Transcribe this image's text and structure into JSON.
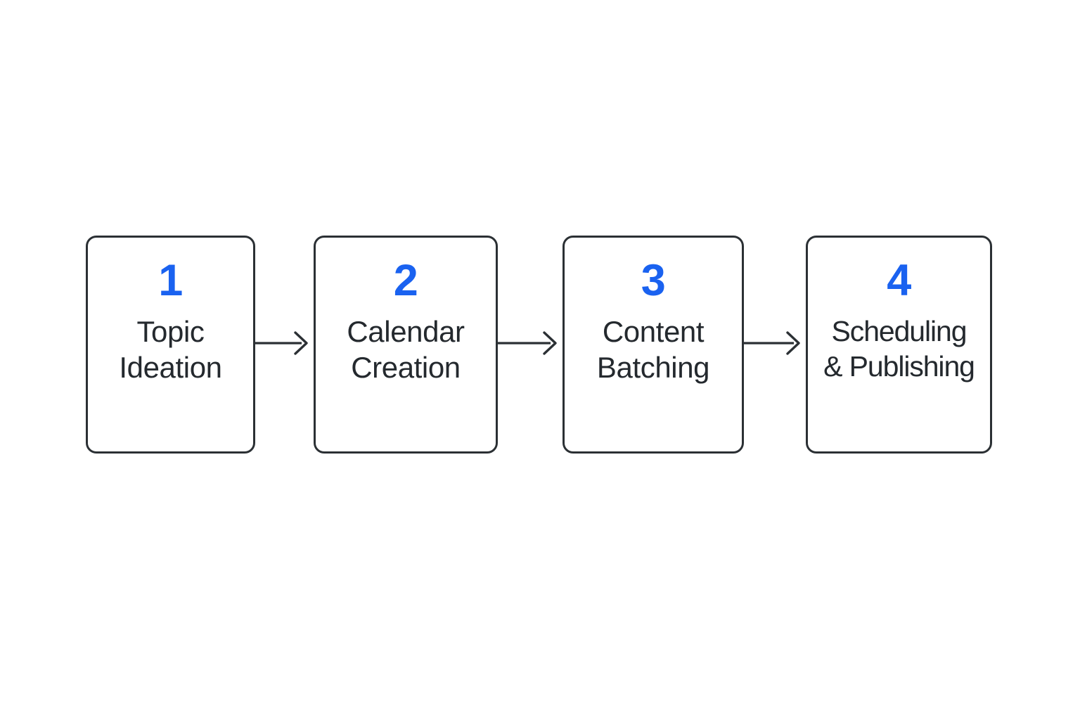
{
  "diagram": {
    "type": "horizontal-process-flow",
    "background_color": "#ffffff",
    "box_border_color": "#2b3034",
    "number_color": "#1a62f0",
    "label_color": "#24292e",
    "arrow_color": "#2b3034",
    "steps": [
      {
        "number": "1",
        "label": "Topic\nIdeation"
      },
      {
        "number": "2",
        "label": "Calendar\nCreation"
      },
      {
        "number": "3",
        "label": "Content\nBatching"
      },
      {
        "number": "4",
        "label": "Scheduling\n& Publishing"
      }
    ],
    "connectors": [
      {
        "icon": "arrow-right-icon"
      },
      {
        "icon": "arrow-right-icon"
      },
      {
        "icon": "arrow-right-icon"
      }
    ]
  }
}
